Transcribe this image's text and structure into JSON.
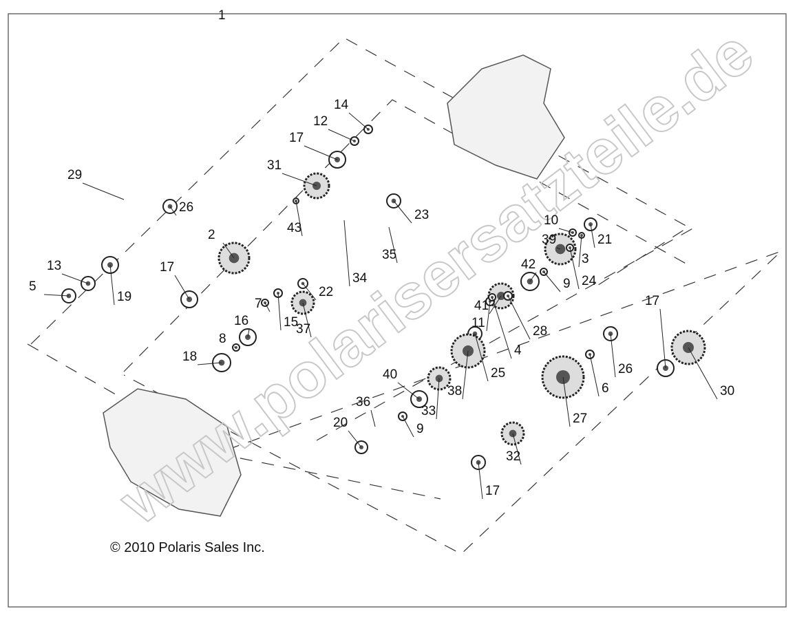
{
  "diagram": {
    "callouts": [
      "1",
      "14",
      "12",
      "17",
      "31",
      "43",
      "29",
      "26",
      "2",
      "23",
      "35",
      "34",
      "13",
      "19",
      "17",
      "5",
      "7",
      "16",
      "8",
      "15",
      "37",
      "22",
      "18",
      "10",
      "21",
      "39",
      "3",
      "42",
      "24",
      "9",
      "41",
      "11",
      "28",
      "4",
      "25",
      "40",
      "38",
      "33",
      "36",
      "20",
      "9",
      "32",
      "17",
      "27",
      "6",
      "26",
      "17",
      "30"
    ],
    "watermark": "www.polarisersatzteile.de",
    "copyright": "© 2010 Polaris Sales Inc."
  }
}
